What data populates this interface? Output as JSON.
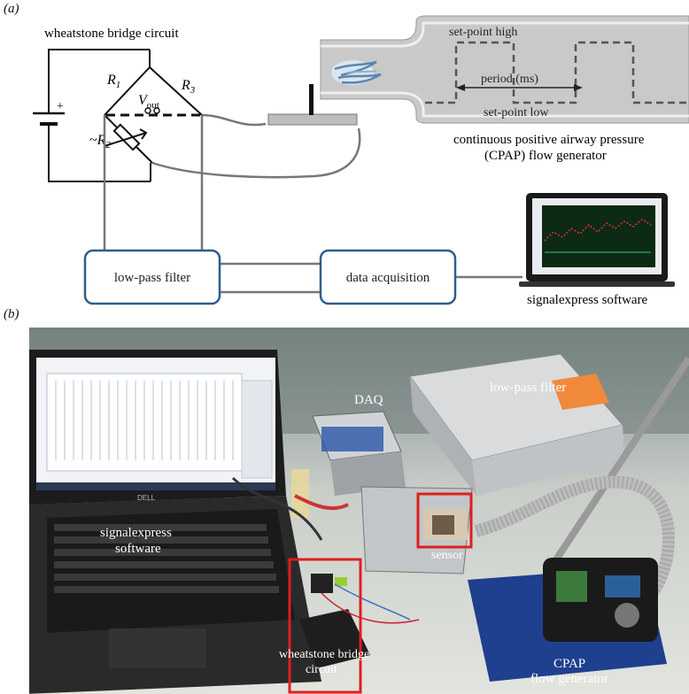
{
  "panel_a": {
    "label": "(a)",
    "circuit_title": "wheatstone bridge circuit",
    "r1": "R",
    "r1_sub": "1",
    "r3": "R",
    "r3_sub": "3",
    "vout": "V",
    "vout_sub": "out",
    "r2_prefix": "~",
    "r2": "R",
    "r2_sub": "2",
    "battery_plus": "+",
    "setpoint_high": "set-point high",
    "period": "period (ms)",
    "setpoint_low": "set-point low",
    "cpap_caption_line1": "continuous positive airway pressure",
    "cpap_caption_line2": "(CPAP) flow generator",
    "low_pass_filter": "low-pass filter",
    "data_acquisition": "data acquisition",
    "signalexpress": "signalexpress software"
  },
  "panel_b": {
    "label": "(b)",
    "daq": "DAQ",
    "low_pass_filter": "low-pass filter",
    "laptop_line1": "signalexpress",
    "laptop_line2": "software",
    "laptop_brand": "DELL",
    "sensor": "sensor",
    "wheatstone_line1": "wheatstone bridge",
    "wheatstone_line2": "circuit",
    "cpap_line1": "CPAP",
    "cpap_line2": "flow generator"
  },
  "colors": {
    "box_border": "#2f5d8a",
    "highlight_red": "#e01e1e",
    "cpap_tube_fill": "#c9c9c9",
    "waveform": "#555555"
  }
}
